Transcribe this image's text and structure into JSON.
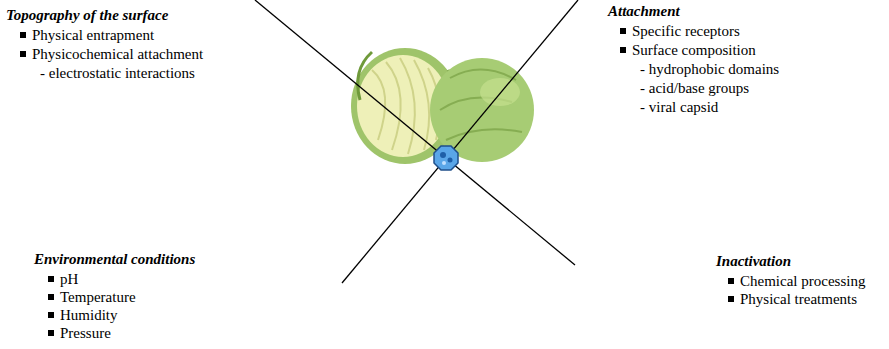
{
  "diagram": {
    "labels": [
      "Topography of the surface",
      "Physical entrapment",
      "Physicochemical attachment",
      "- electrostatic interactions",
      "Attachment",
      "Specific receptors",
      "Surface composition",
      "- hydrophobic domains",
      "- acid/base groups",
      "- viral capsid",
      "Environmental conditions",
      "pH",
      "Temperature",
      "Humidity",
      "Pressure",
      "Inactivation",
      "Chemical processing",
      "Physical treatments"
    ]
  }
}
